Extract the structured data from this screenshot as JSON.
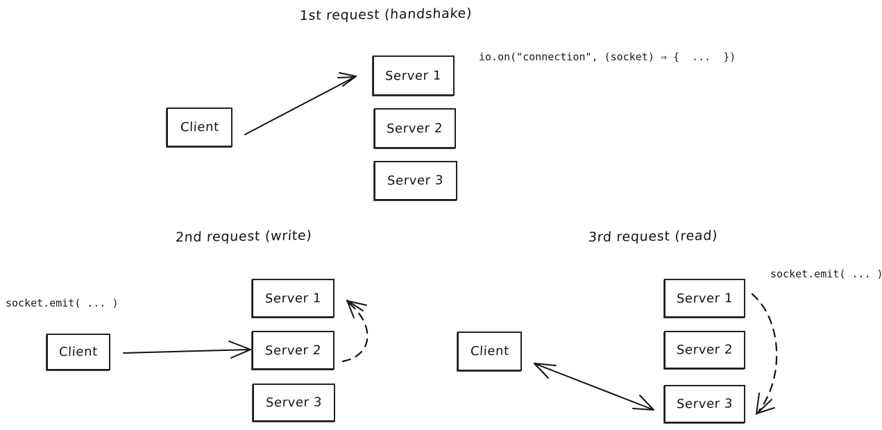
{
  "diagram": {
    "title_visible": false,
    "background": "#ffffff",
    "ink_color": "#111111"
  },
  "sections": [
    {
      "id": "handshake",
      "heading": "1st request (handshake)",
      "code_annotation": "io.on(\"connection\", (socket) ⇒ {  ...  })",
      "client_label": "Client",
      "servers": [
        {
          "label": "Server 1"
        },
        {
          "label": "Server 2"
        },
        {
          "label": "Server 3"
        }
      ],
      "connection": {
        "from": "Client",
        "to": "Server 1",
        "style": "solid",
        "direction": "one-way"
      }
    },
    {
      "id": "write",
      "heading": "2nd request (write)",
      "code_annotation": "socket.emit( ... )",
      "client_label": "Client",
      "servers": [
        {
          "label": "Server 1"
        },
        {
          "label": "Server 2"
        },
        {
          "label": "Server 3"
        }
      ],
      "connections": [
        {
          "from": "Client",
          "to": "Server 2",
          "style": "solid",
          "direction": "one-way"
        },
        {
          "from": "Server 2",
          "to": "Server 1",
          "style": "dashed",
          "direction": "one-way"
        }
      ]
    },
    {
      "id": "read",
      "heading": "3rd request (read)",
      "code_annotation": "socket.emit( ... )",
      "client_label": "Client",
      "servers": [
        {
          "label": "Server 1"
        },
        {
          "label": "Server 2"
        },
        {
          "label": "Server 3"
        }
      ],
      "connections": [
        {
          "from": "Client",
          "to": "Server 3",
          "style": "solid",
          "direction": "two-way"
        },
        {
          "from": "Server 1",
          "to": "Server 3",
          "style": "dashed",
          "direction": "one-way"
        }
      ]
    }
  ]
}
